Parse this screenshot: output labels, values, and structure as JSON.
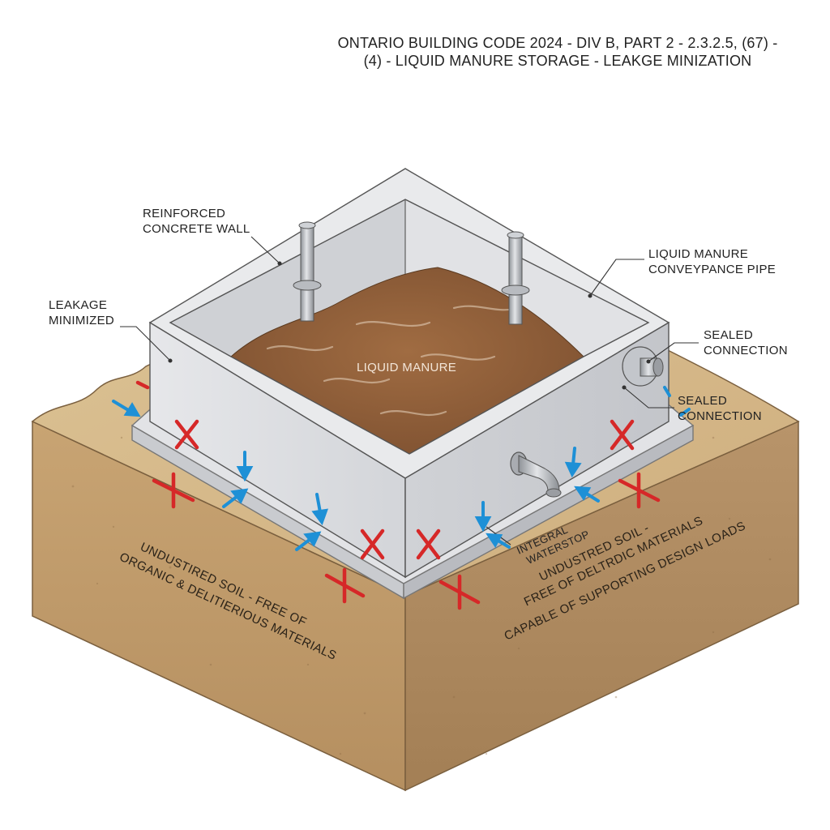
{
  "title": {
    "line1": "ONTARIO BUILDING CODE 2024 - DIV B, PART 2 - 2.3.2.5, (67) -",
    "line2": "(4) - LIQUID MANURE STORAGE - LEAKGE MINIZATION"
  },
  "labels": {
    "reinforced_wall_1": "REINFORCED",
    "reinforced_wall_2": "CONCRETE WALL",
    "leakage_1": "LEAKAGE",
    "leakage_2": "MINIMIZED",
    "pipe_1": "LIQUID MANURE",
    "pipe_2": "CONVEYPANCE PIPE",
    "sealed_a_1": "SEALED",
    "sealed_a_2": "CONNECTION",
    "sealed_b_1": "SEALED",
    "sealed_b_2": "CONNECTION",
    "manure": "LIQUID MANURE",
    "waterstop_1": "INTEGRAL",
    "waterstop_2": "WATERSTOP"
  },
  "soil_left": {
    "line1": "UNDUSTIRED SOIL - FREE OF",
    "line2": "ORGANIC & DELITIERIOUS MATERIALS"
  },
  "soil_right": {
    "line1": "UNDUSTRED SOIL -",
    "line2": "FREE OF DELTRDIC MATERIALS",
    "line3": "CAPABLE OF SUPPORTING DESIGN LOADS"
  },
  "colors": {
    "soil_top": "#d6b98c",
    "soil_front_left": "#c9a676",
    "soil_front_right": "#b8946a",
    "concrete": "#dcdde0",
    "manure": "#8a5a35",
    "blocked_mark": "#d62828",
    "seepage_arrow": "#1e90d6"
  }
}
